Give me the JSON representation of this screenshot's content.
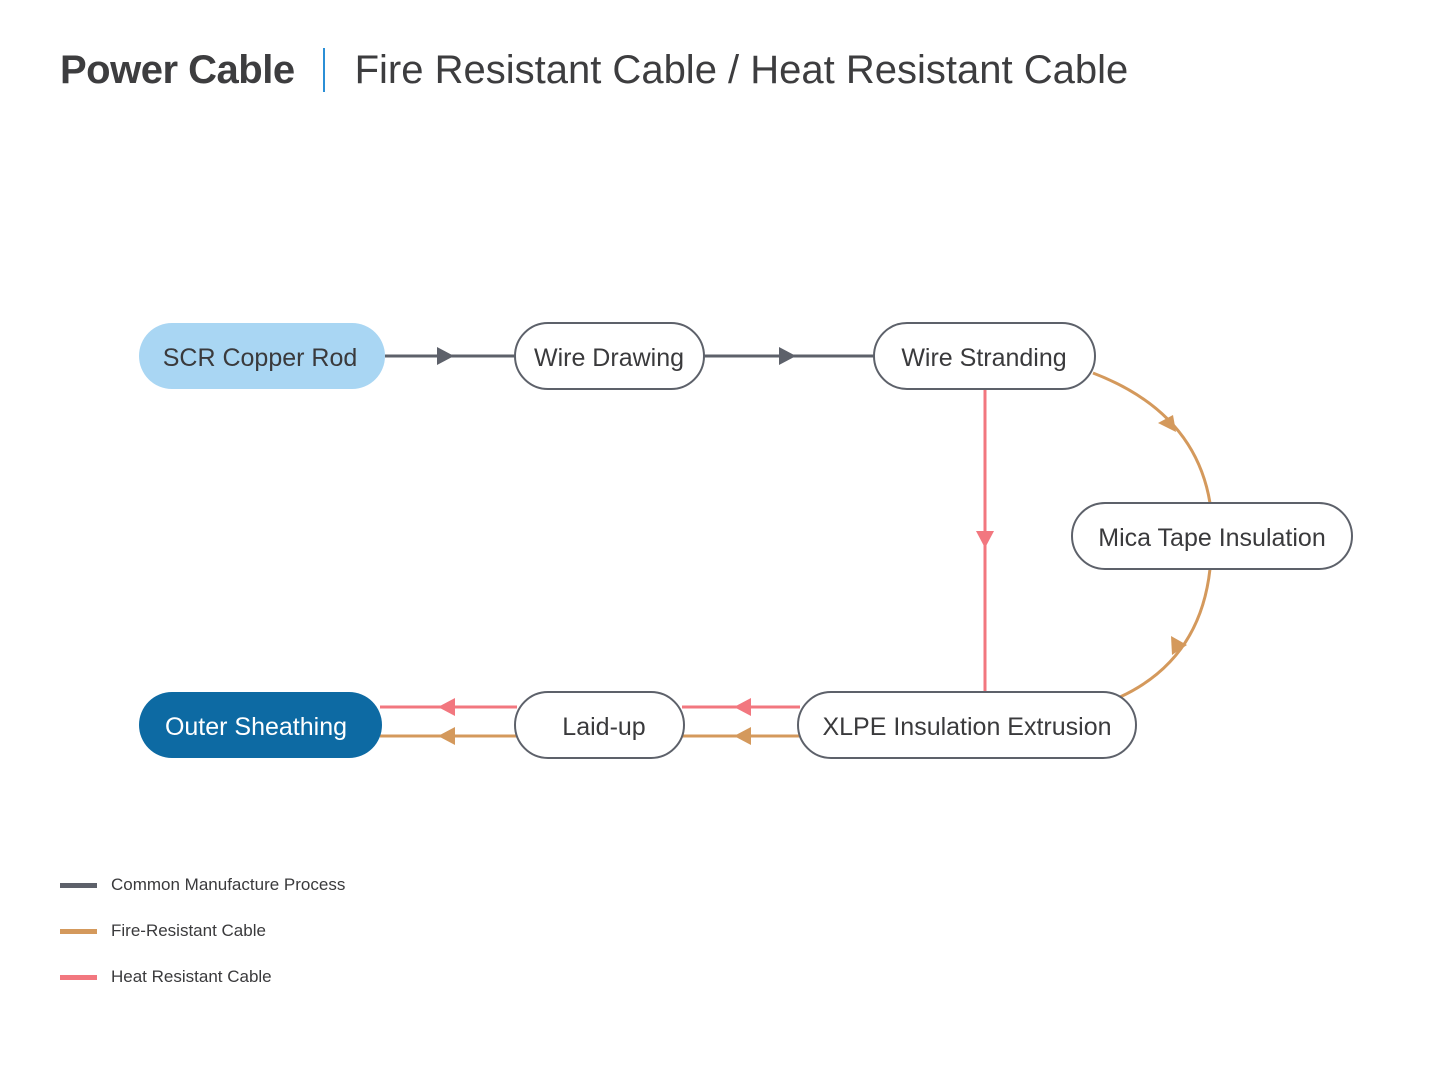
{
  "header": {
    "title": "Power Cable",
    "subtitle": "Fire Resistant Cable / Heat Resistant Cable"
  },
  "colors": {
    "common": "#5d616a",
    "fire": "#d4995c",
    "heat": "#f2777f",
    "node_border": "#5d616a",
    "start_fill": "#a9d6f3",
    "end_fill": "#0d6aa3"
  },
  "nodes": [
    {
      "id": "scr",
      "label": "SCR Copper Rod"
    },
    {
      "id": "draw",
      "label": "Wire Drawing"
    },
    {
      "id": "strand",
      "label": "Wire Stranding"
    },
    {
      "id": "mica",
      "label": "Mica Tape Insulation"
    },
    {
      "id": "xlpe",
      "label": "XLPE Insulation Extrusion"
    },
    {
      "id": "laid",
      "label": "Laid-up"
    },
    {
      "id": "sheath",
      "label": "Outer Sheathing"
    }
  ],
  "legend": [
    {
      "label": "Common Manufacture Process",
      "color": "#5d616a"
    },
    {
      "label": "Fire-Resistant Cable",
      "color": "#d4995c"
    },
    {
      "label": "Heat Resistant Cable",
      "color": "#f2777f"
    }
  ]
}
